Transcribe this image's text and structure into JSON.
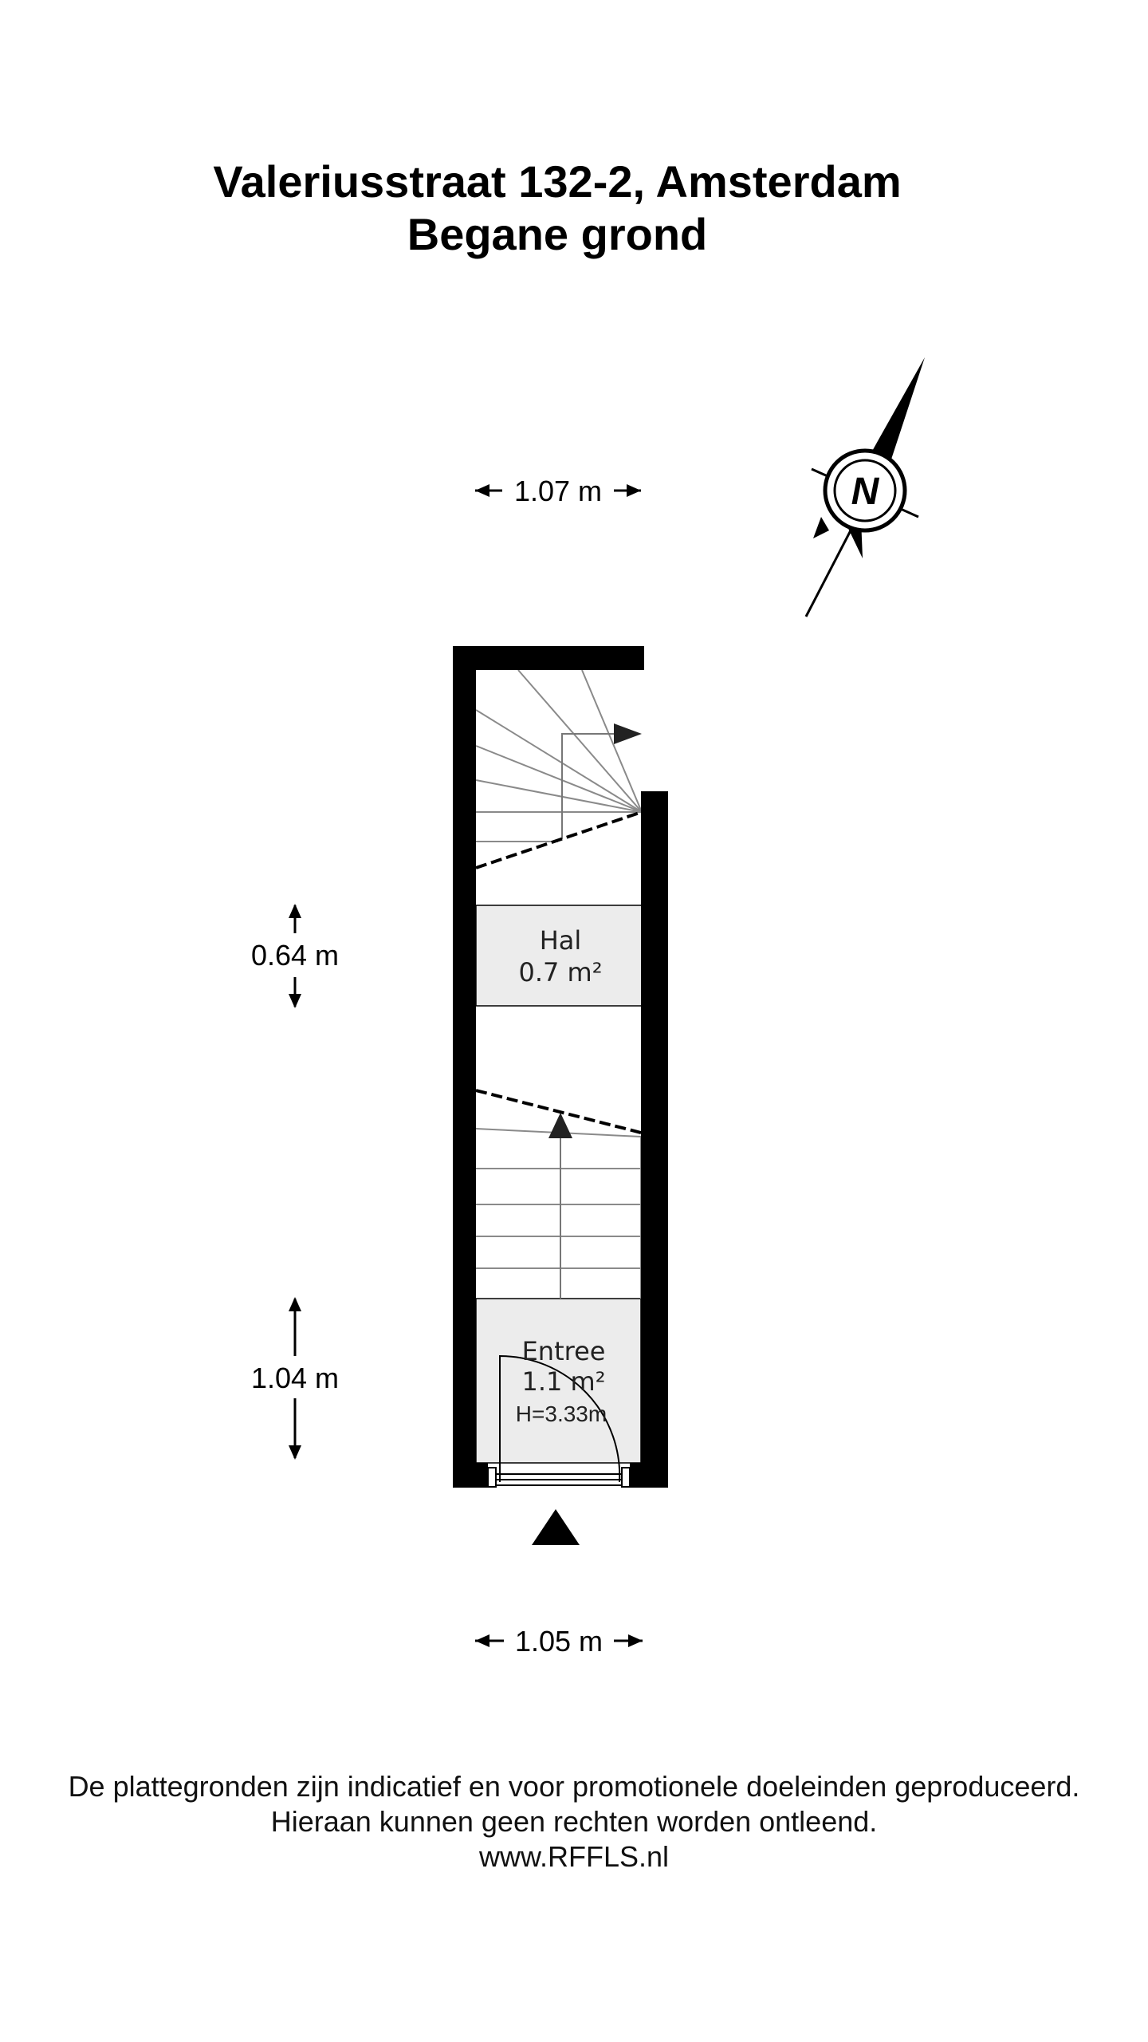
{
  "title": {
    "line1": "Valeriusstraat 132-2, Amsterdam",
    "line2": "Begane grond"
  },
  "compass": {
    "label": "N",
    "icon": "north-arrow-icon"
  },
  "dimensions": {
    "top_width": "1.07 m",
    "hal_height": "0.64 m",
    "entree_height": "1.04 m",
    "bottom_width": "1.05 m"
  },
  "rooms": {
    "hal": {
      "name": "Hal",
      "area": "0.7 m²"
    },
    "entree": {
      "name": "Entree",
      "area": "1.1 m²",
      "height": "H=3.33m"
    }
  },
  "entrance_marker": {
    "icon": "entrance-triangle-icon"
  },
  "colors": {
    "wall": "#000000",
    "room_fill": "#ececec",
    "stair_line": "#8a8a8a"
  },
  "footer": {
    "line1": "De plattegronden zijn indicatief en voor promotionele doeleinden geproduceerd.",
    "line2": "Hieraan kunnen geen rechten worden ontleend.",
    "line3": "www.RFFLS.nl"
  }
}
